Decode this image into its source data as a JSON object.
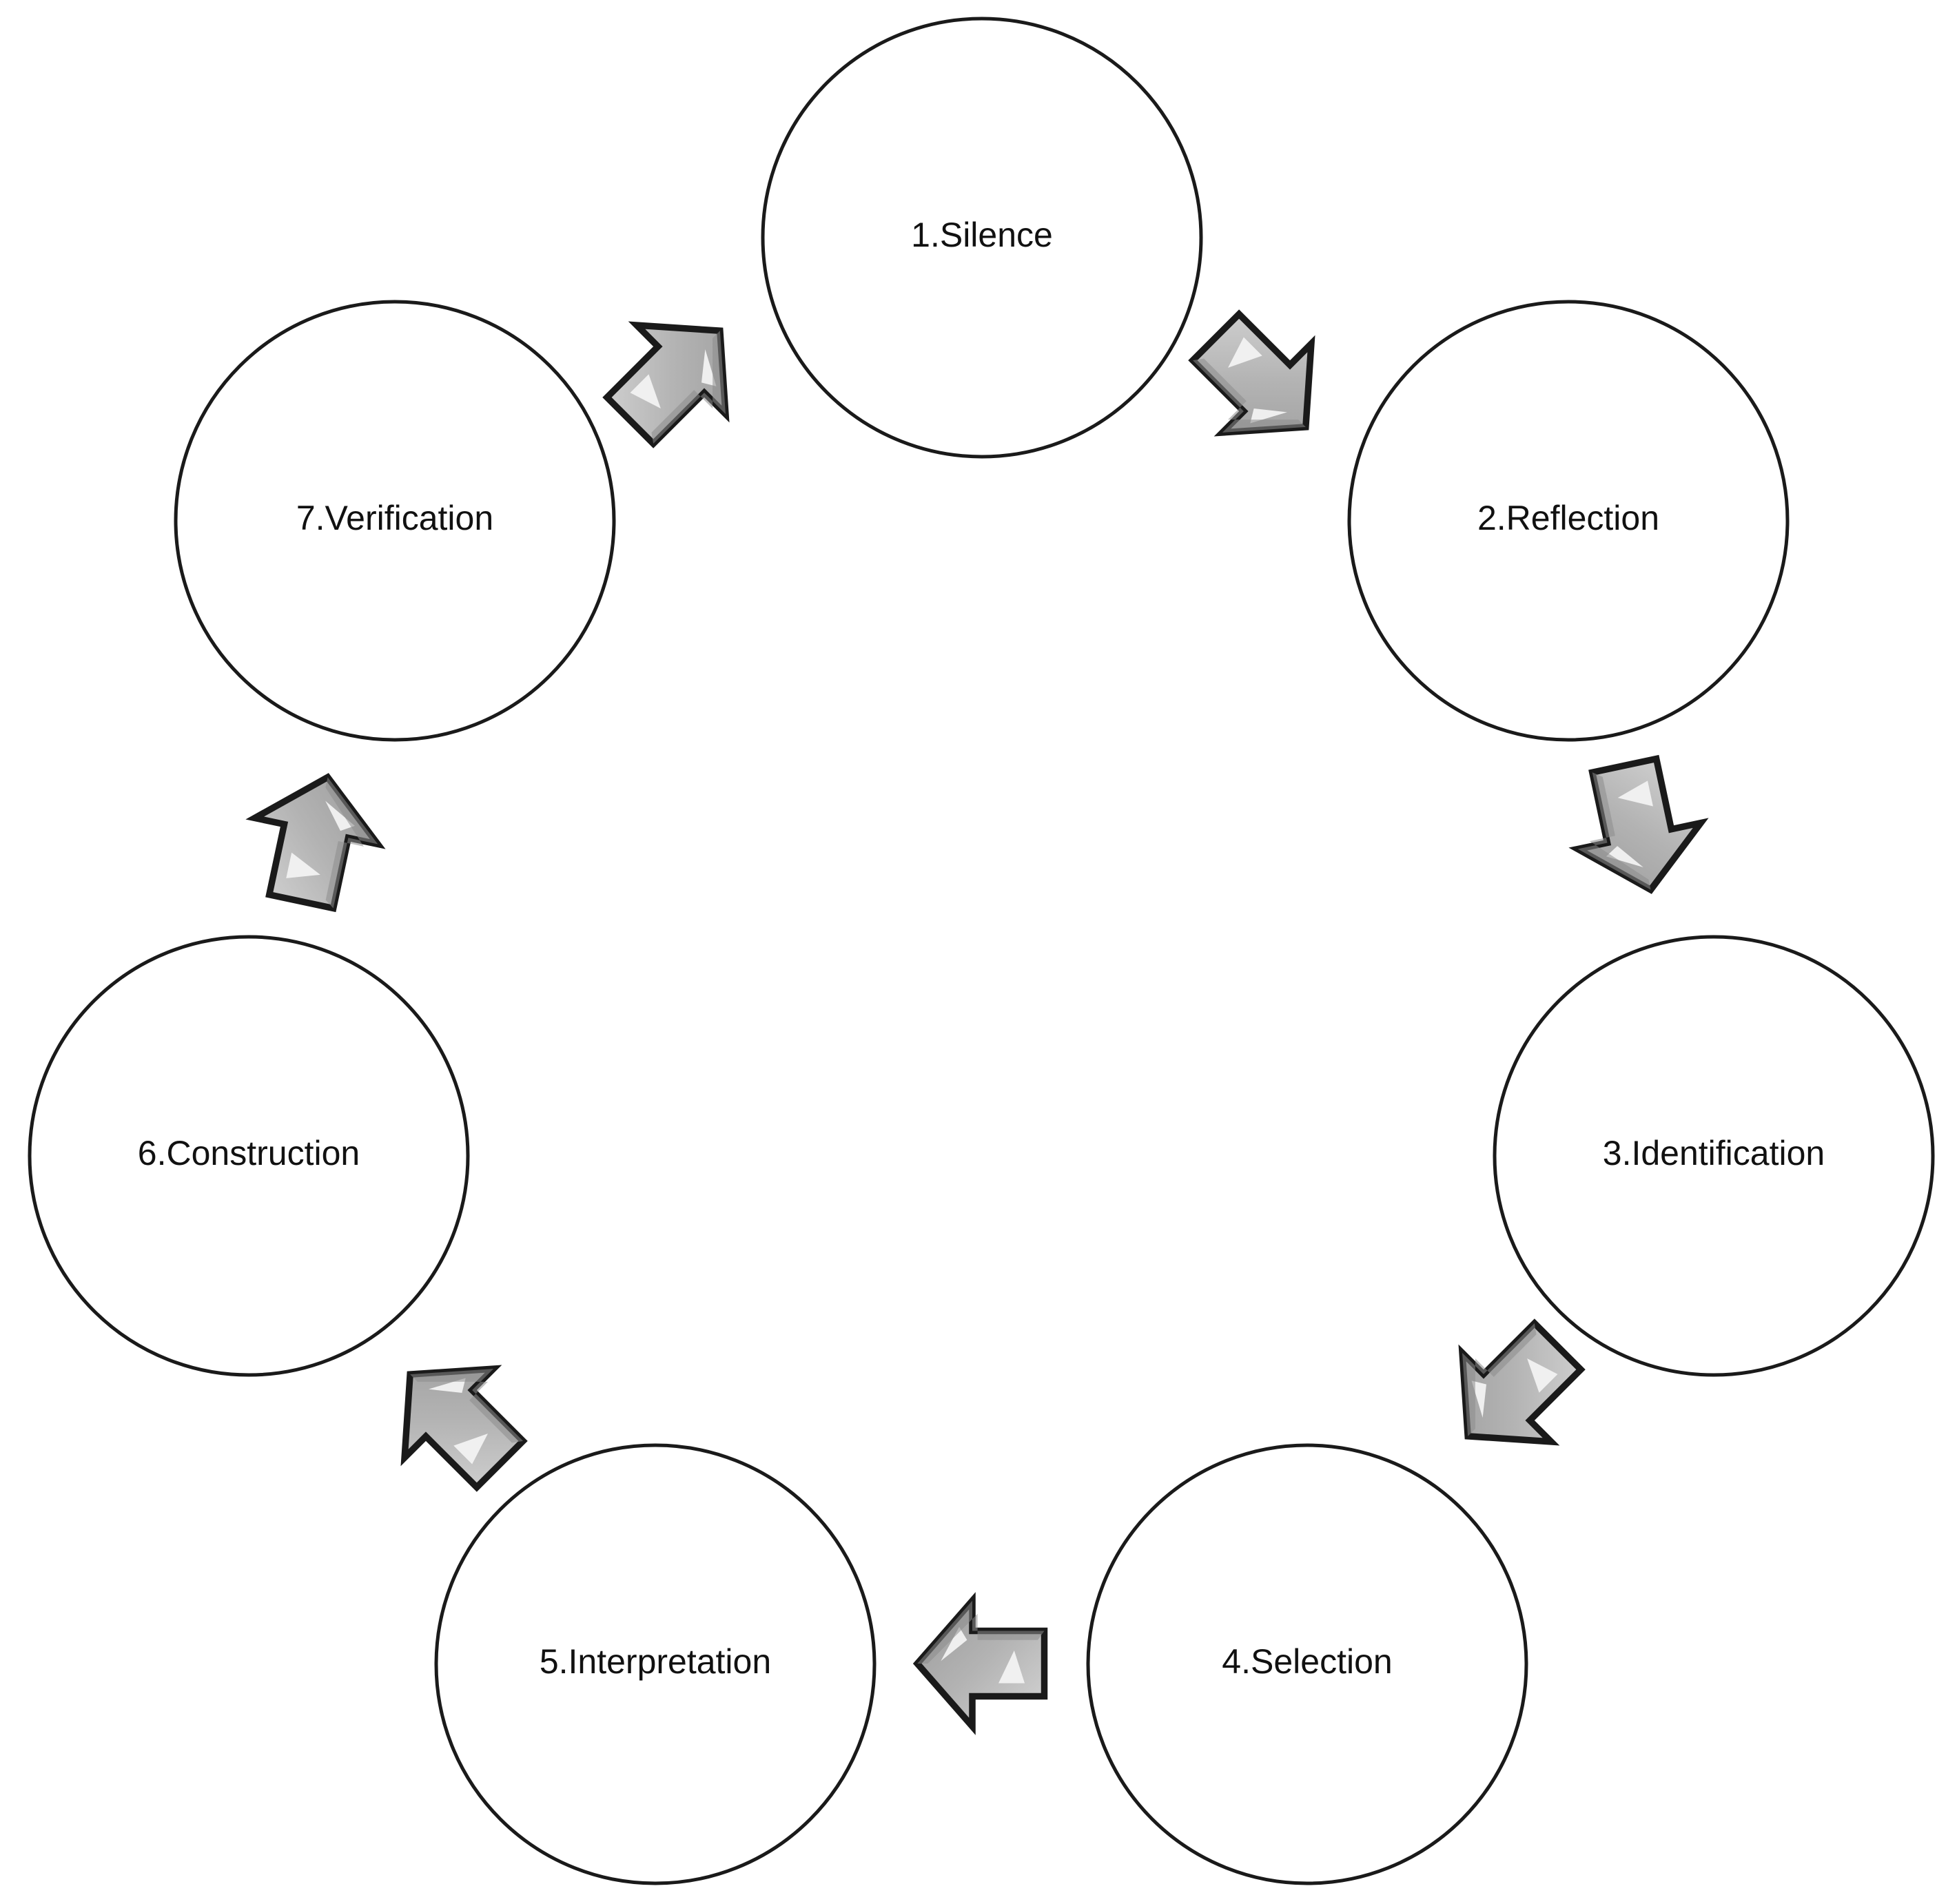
{
  "diagram": {
    "type": "cycle",
    "direction": "clockwise",
    "steps": [
      {
        "label": "1.Silence"
      },
      {
        "label": "2.Reflection"
      },
      {
        "label": "3.Identification"
      },
      {
        "label": "4.Selection"
      },
      {
        "label": "5.Interpretation"
      },
      {
        "label": "6.Construction"
      },
      {
        "label": "7.Verification"
      }
    ],
    "arrows": [
      {
        "from": "1.Silence",
        "to": "2.Reflection"
      },
      {
        "from": "2.Reflection",
        "to": "3.Identification"
      },
      {
        "from": "3.Identification",
        "to": "4.Selection"
      },
      {
        "from": "4.Selection",
        "to": "5.Interpretation"
      },
      {
        "from": "5.Interpretation",
        "to": "6.Construction"
      },
      {
        "from": "6.Construction",
        "to": "7.Verification"
      },
      {
        "from": "7.Verification",
        "to": "1.Silence"
      }
    ],
    "colors": {
      "circle_fill": "#ffffff",
      "circle_stroke": "#1a1a1a",
      "arrow_fill": "#b3b3b3",
      "arrow_stroke": "#1a1a1a",
      "text": "#111111"
    }
  }
}
